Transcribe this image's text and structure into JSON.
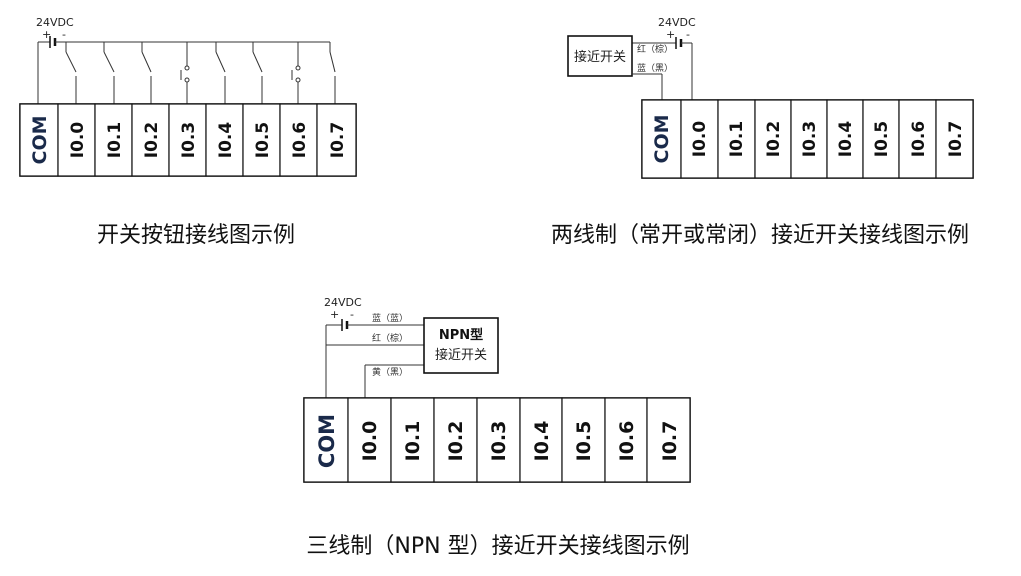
{
  "terminals": {
    "com": "COM",
    "inputs": [
      "I0.0",
      "I0.1",
      "I0.2",
      "I0.3",
      "I0.4",
      "I0.5",
      "I0.6",
      "I0.7"
    ]
  },
  "supply": {
    "label": "24VDC",
    "plus": "+",
    "minus": "-"
  },
  "diagram1": {
    "caption": "开关按钮接线图示例"
  },
  "diagram2": {
    "caption": "两线制（常开或常闭）接近开关接线图示例",
    "sensor": "接近开关",
    "wire_red": "红（棕）",
    "wire_blue": "蓝（黑）"
  },
  "diagram3": {
    "caption": "三线制（NPN 型）接近开关接线图示例",
    "sensor_line1": "NPN型",
    "sensor_line2": "接近开关",
    "wire_blue": "蓝（蓝）",
    "wire_red": "红（棕）",
    "wire_yellow": "黄（黑）"
  }
}
